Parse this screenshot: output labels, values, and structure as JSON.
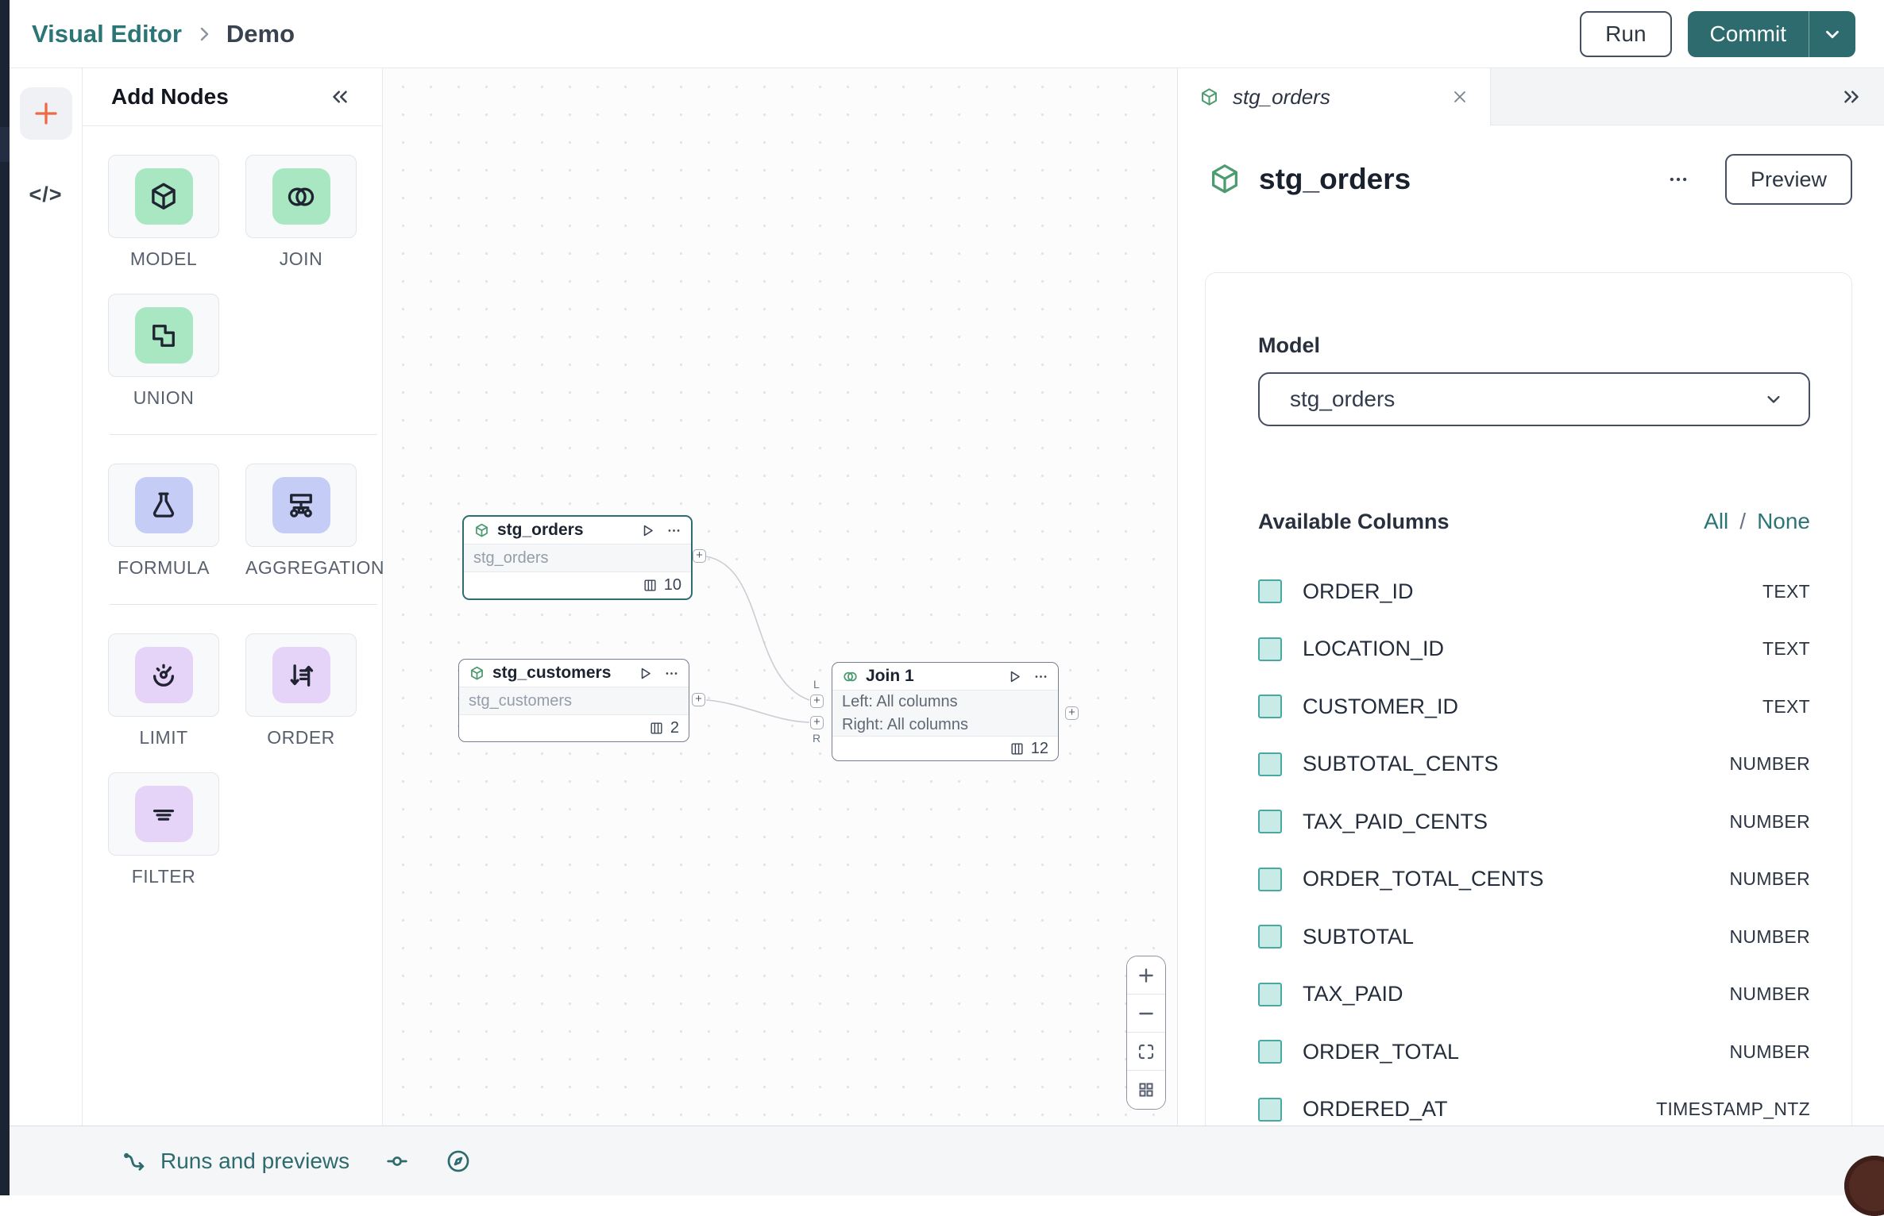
{
  "topbar": {
    "breadcrumb": {
      "root": "Visual Editor",
      "current": "Demo"
    },
    "run_label": "Run",
    "commit_label": "Commit"
  },
  "palette": {
    "title": "Add Nodes",
    "groups": [
      {
        "items": [
          {
            "id": "model",
            "label": "MODEL",
            "tint": "green"
          },
          {
            "id": "join",
            "label": "JOIN",
            "tint": "green"
          },
          {
            "id": "union",
            "label": "UNION",
            "tint": "green"
          }
        ]
      },
      {
        "items": [
          {
            "id": "formula",
            "label": "FORMULA",
            "tint": "periwinkle"
          },
          {
            "id": "aggregation",
            "label": "AGGREGATION",
            "tint": "periwinkle"
          }
        ]
      },
      {
        "items": [
          {
            "id": "limit",
            "label": "LIMIT",
            "tint": "purple"
          },
          {
            "id": "order",
            "label": "ORDER",
            "tint": "purple"
          },
          {
            "id": "filter",
            "label": "FILTER",
            "tint": "purple"
          }
        ]
      }
    ]
  },
  "canvas": {
    "nodes": {
      "stg_orders": {
        "title": "stg_orders",
        "subtitle": "stg_orders",
        "column_count": "10",
        "selected": true
      },
      "stg_customers": {
        "title": "stg_customers",
        "subtitle": "stg_customers",
        "column_count": "2",
        "selected": false
      },
      "join_1": {
        "title": "Join 1",
        "line_left": "Left: All columns",
        "line_right": "Right: All columns",
        "column_count": "12",
        "left_handle_label": "L",
        "right_handle_label": "R"
      }
    }
  },
  "right_panel": {
    "tab": {
      "title": "stg_orders"
    },
    "header": {
      "title": "stg_orders",
      "preview_label": "Preview"
    },
    "model": {
      "label": "Model",
      "value": "stg_orders"
    },
    "columns": {
      "label": "Available Columns",
      "select_all": "All",
      "divider": "/",
      "select_none": "None",
      "rows": [
        {
          "name": "ORDER_ID",
          "type": "TEXT",
          "checked": true
        },
        {
          "name": "LOCATION_ID",
          "type": "TEXT",
          "checked": true
        },
        {
          "name": "CUSTOMER_ID",
          "type": "TEXT",
          "checked": true
        },
        {
          "name": "SUBTOTAL_CENTS",
          "type": "NUMBER",
          "checked": true
        },
        {
          "name": "TAX_PAID_CENTS",
          "type": "NUMBER",
          "checked": true
        },
        {
          "name": "ORDER_TOTAL_CENTS",
          "type": "NUMBER",
          "checked": true
        },
        {
          "name": "SUBTOTAL",
          "type": "NUMBER",
          "checked": true
        },
        {
          "name": "TAX_PAID",
          "type": "NUMBER",
          "checked": true
        },
        {
          "name": "ORDER_TOTAL",
          "type": "NUMBER",
          "checked": true
        },
        {
          "name": "ORDERED_AT",
          "type": "TIMESTAMP_NTZ",
          "checked": true
        }
      ]
    }
  },
  "bottom_bar": {
    "runs_label": "Runs and previews"
  },
  "colors": {
    "accent_teal": "#2d6b6e",
    "breadcrumb_teal": "#2b7577",
    "mint_tile": "#a9e7c3",
    "periwinkle_tile": "#c5cdf7",
    "lavender_tile": "#e6d4f8",
    "checkbox_fill": "#c9ebe8",
    "checkbox_border": "#47a9a2",
    "plus_orange": "#ed6a45",
    "node_icon_green": "#4d9b70",
    "selected_node_border": "#2f6e70"
  }
}
